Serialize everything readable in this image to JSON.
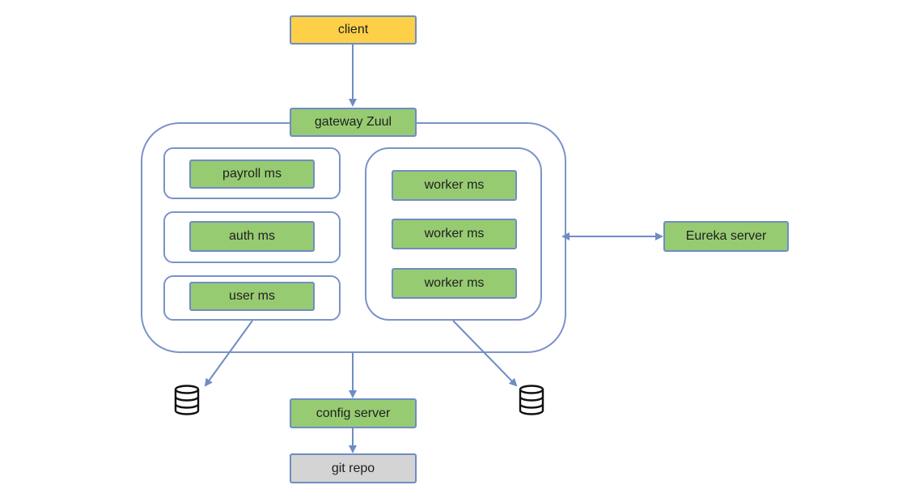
{
  "nodes": {
    "client": "client",
    "gateway": "gateway Zuul",
    "payroll": "payroll ms",
    "auth": "auth ms",
    "user": "user ms",
    "workers": [
      "worker ms",
      "worker ms",
      "worker ms"
    ],
    "eureka": "Eureka server",
    "config": "config server",
    "git": "git repo"
  },
  "icons": {
    "database_left": "database-icon",
    "database_right": "database-icon"
  },
  "colors": {
    "service": "#97cb72",
    "client": "#fdd048",
    "repo": "#d4d4d4",
    "border": "#6f8cc4"
  }
}
